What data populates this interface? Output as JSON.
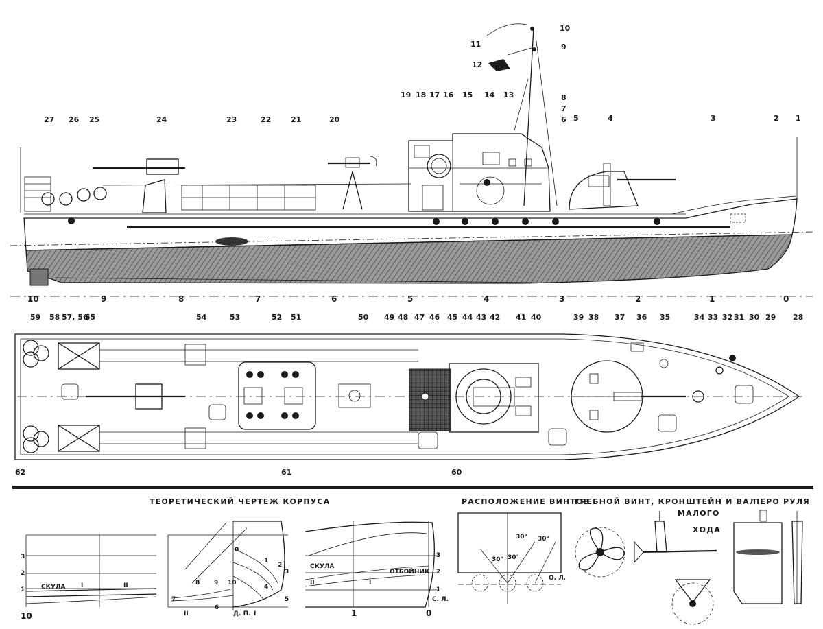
{
  "side_view": {
    "callouts": [
      "1",
      "2",
      "3",
      "4",
      "5",
      "6",
      "7",
      "8",
      "9",
      "10",
      "11",
      "12",
      "13",
      "14",
      "15",
      "16",
      "17",
      "18",
      "19",
      "20",
      "21",
      "22",
      "23",
      "24",
      "25",
      "26",
      "27"
    ],
    "frame_numbers": [
      "10",
      "9",
      "8",
      "7",
      "6",
      "5",
      "4",
      "3",
      "2",
      "1",
      "0"
    ]
  },
  "plan_view": {
    "callouts_top": [
      "59",
      "58",
      "57, 56",
      "55",
      "54",
      "53",
      "52",
      "51",
      "50",
      "49",
      "48",
      "47",
      "46",
      "45",
      "44",
      "43",
      "42",
      "41",
      "40",
      "39",
      "38",
      "37",
      "36",
      "35",
      "34",
      "33",
      "32",
      "31",
      "30",
      "29",
      "28"
    ],
    "callouts_bottom": [
      "62",
      "61",
      "60"
    ]
  },
  "lines_drawing": {
    "title": "ТЕОРЕТИЧЕСКИЙ ЧЕРТЕЖ КОРПУСА",
    "profile_labels": {
      "skula": "СКУЛА",
      "wl3": "3",
      "wl2": "2",
      "wl1": "1",
      "st10": "10",
      "r1": "I",
      "r2": "II"
    },
    "body_labels": {
      "dp": "Д. П.",
      "s0": "0",
      "s1": "1",
      "s2": "2",
      "s3": "3",
      "s4": "4",
      "s5": "5",
      "s6": "6",
      "s7": "7",
      "s8": "8",
      "s9": "9",
      "s10": "10",
      "b1": "I",
      "b2": "II"
    },
    "plan_labels": {
      "skula": "СКУЛА",
      "otboynik": "ОТБОЙНИК",
      "r1": "I",
      "r2": "II",
      "wl3": "3",
      "wl2": "2",
      "wl1": "1",
      "st1": "1",
      "st0": "0",
      "cl": "С. Л."
    }
  },
  "screw_layout": {
    "title": "РАСПОЛОЖЕНИЕ ВИНТОВ",
    "angle_labels": [
      "30°",
      "30°",
      "30°",
      "30°"
    ],
    "baseline_label": "О. Л."
  },
  "propeller": {
    "title_line1": "ГРЕБНОЙ ВИНТ, КРОНШТЕЙН И ВАЛ",
    "title_line2": "МАЛОГО",
    "title_line3": "ХОДА"
  },
  "rudder": {
    "title": "ПЕРО РУЛЯ"
  },
  "colors": {
    "ink": "#1a1a1a",
    "paper": "#ffffff",
    "hull_shade": "#8c8c8c"
  }
}
